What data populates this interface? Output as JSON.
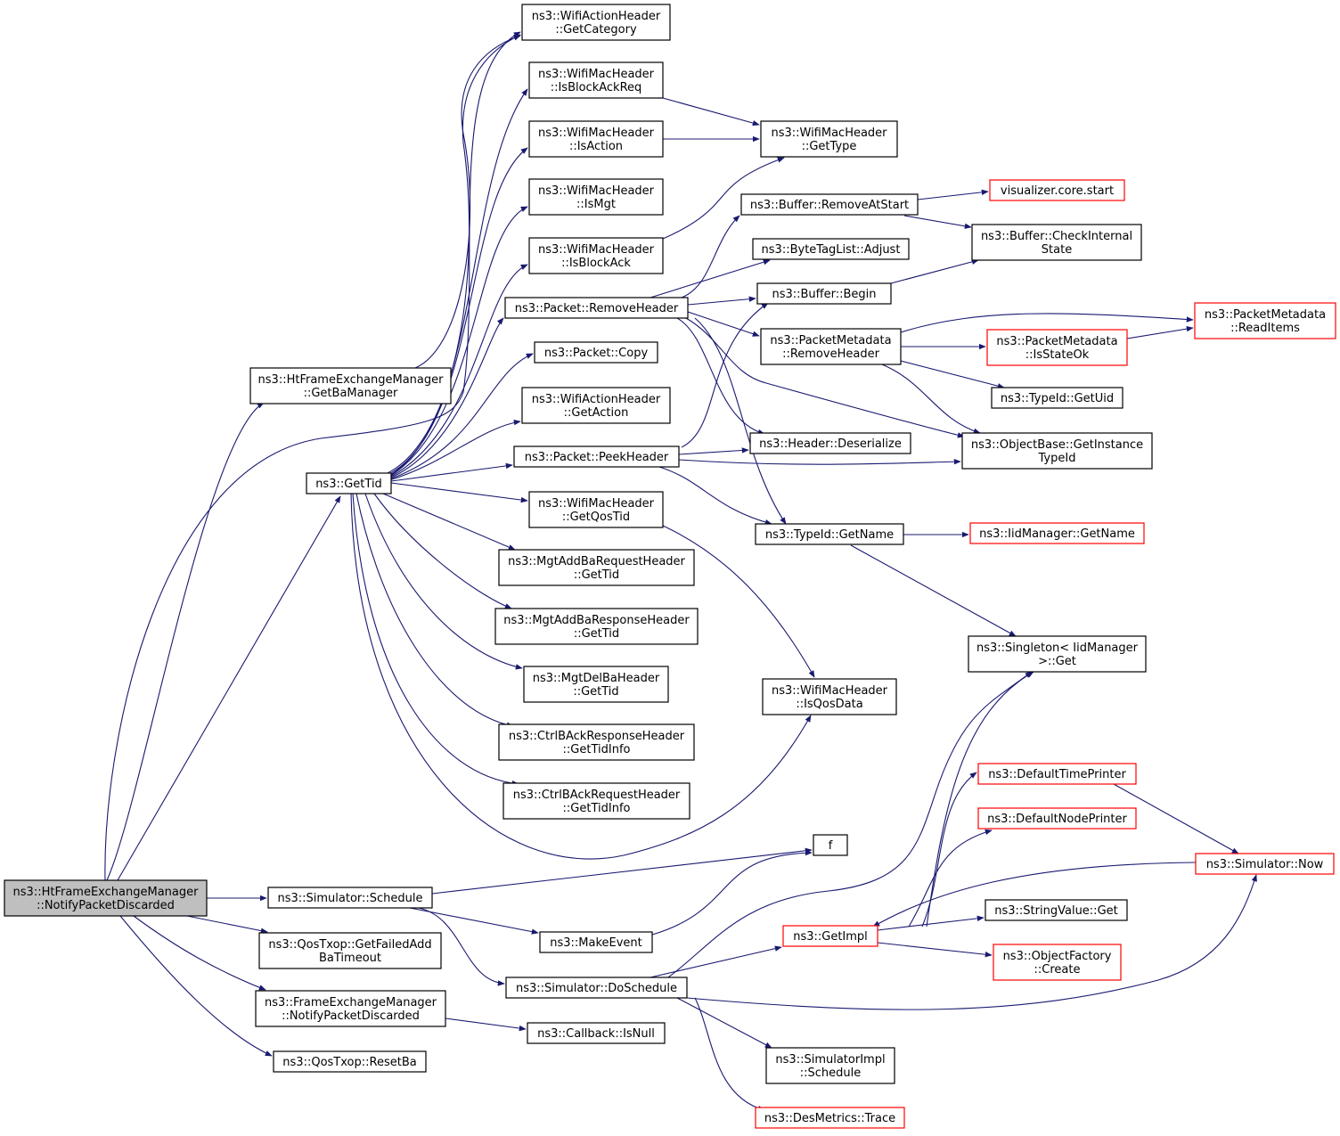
{
  "diagram": {
    "colors": {
      "edge": "#191970",
      "root_fill": "#bfbfbf",
      "truncated_border": "#ff0000",
      "border": "#000000"
    },
    "nodes": {
      "root": {
        "lines": [
          "ns3::HtFrameExchangeManager",
          "::NotifyPacketDiscarded"
        ]
      },
      "getBaManager": {
        "lines": [
          "ns3::HtFrameExchangeManager",
          "::GetBaManager"
        ]
      },
      "getTid": {
        "lines": [
          "ns3::GetTid"
        ]
      },
      "schedule": {
        "lines": [
          "ns3::Simulator::Schedule"
        ]
      },
      "getFailedAddBaTimeout": {
        "lines": [
          "ns3::QosTxop::GetFailedAdd",
          "BaTimeout"
        ]
      },
      "feNotifyPacketDiscarded": {
        "lines": [
          "ns3::FrameExchangeManager",
          "::NotifyPacketDiscarded"
        ]
      },
      "resetBa": {
        "lines": [
          "ns3::QosTxop::ResetBa"
        ]
      },
      "actionGetCategory": {
        "lines": [
          "ns3::WifiActionHeader",
          "::GetCategory"
        ]
      },
      "isBlockAckReq": {
        "lines": [
          "ns3::WifiMacHeader",
          "::IsBlockAckReq"
        ]
      },
      "isAction": {
        "lines": [
          "ns3::WifiMacHeader",
          "::IsAction"
        ]
      },
      "isMgt": {
        "lines": [
          "ns3::WifiMacHeader",
          "::IsMgt"
        ]
      },
      "isBlockAck": {
        "lines": [
          "ns3::WifiMacHeader",
          "::IsBlockAck"
        ]
      },
      "packetRemoveHeader": {
        "lines": [
          "ns3::Packet::RemoveHeader"
        ]
      },
      "packetCopy": {
        "lines": [
          "ns3::Packet::Copy"
        ]
      },
      "actionGetAction": {
        "lines": [
          "ns3::WifiActionHeader",
          "::GetAction"
        ]
      },
      "packetPeekHeader": {
        "lines": [
          "ns3::Packet::PeekHeader"
        ]
      },
      "getQosTid": {
        "lines": [
          "ns3::WifiMacHeader",
          "::GetQosTid"
        ]
      },
      "addBaReqGetTid": {
        "lines": [
          "ns3::MgtAddBaRequestHeader",
          "::GetTid"
        ]
      },
      "addBaRespGetTid": {
        "lines": [
          "ns3::MgtAddBaResponseHeader",
          "::GetTid"
        ]
      },
      "delBaGetTid": {
        "lines": [
          "ns3::MgtDelBaHeader",
          "::GetTid"
        ]
      },
      "ctrlRespGetTidInfo": {
        "lines": [
          "ns3::CtrlBAckResponseHeader",
          "::GetTidInfo"
        ]
      },
      "ctrlReqGetTidInfo": {
        "lines": [
          "ns3::CtrlBAckRequestHeader",
          "::GetTidInfo"
        ]
      },
      "makeEvent": {
        "lines": [
          "ns3::MakeEvent"
        ]
      },
      "doSchedule": {
        "lines": [
          "ns3::Simulator::DoSchedule"
        ]
      },
      "callbackIsNull": {
        "lines": [
          "ns3::Callback::IsNull"
        ]
      },
      "getType": {
        "lines": [
          "ns3::WifiMacHeader",
          "::GetType"
        ]
      },
      "bufferRemoveAtStart": {
        "lines": [
          "ns3::Buffer::RemoveAtStart"
        ]
      },
      "byteTagListAdjust": {
        "lines": [
          "ns3::ByteTagList::Adjust"
        ]
      },
      "bufferBegin": {
        "lines": [
          "ns3::Buffer::Begin"
        ]
      },
      "pmRemoveHeader": {
        "lines": [
          "ns3::PacketMetadata",
          "::RemoveHeader"
        ]
      },
      "headerDeserialize": {
        "lines": [
          "ns3::Header::Deserialize"
        ]
      },
      "typeIdGetName": {
        "lines": [
          "ns3::TypeId::GetName"
        ]
      },
      "isQosData": {
        "lines": [
          "ns3::WifiMacHeader",
          "::IsQosData"
        ]
      },
      "f": {
        "lines": [
          "f"
        ]
      },
      "getImpl": {
        "lines": [
          "ns3::GetImpl"
        ]
      },
      "simImplSchedule": {
        "lines": [
          "ns3::SimulatorImpl",
          "::Schedule"
        ]
      },
      "desMetricsTrace": {
        "lines": [
          "ns3::DesMetrics::Trace"
        ]
      },
      "visualizerStart": {
        "lines": [
          "visualizer.core.start"
        ]
      },
      "checkInternalState": {
        "lines": [
          "ns3::Buffer::CheckInternal",
          "State"
        ]
      },
      "pmReadItems": {
        "lines": [
          "ns3::PacketMetadata",
          "::ReadItems"
        ]
      },
      "pmIsStateOk": {
        "lines": [
          "ns3::PacketMetadata",
          "::IsStateOk"
        ]
      },
      "typeIdGetUid": {
        "lines": [
          "ns3::TypeId::GetUid"
        ]
      },
      "getInstanceTypeId": {
        "lines": [
          "ns3::ObjectBase::GetInstance",
          "TypeId"
        ]
      },
      "iidManagerGetName": {
        "lines": [
          "ns3::IidManager::GetName"
        ]
      },
      "singletonGet": {
        "lines": [
          "ns3::Singleton< IidManager",
          ">::Get"
        ]
      },
      "defaultTimePrinter": {
        "lines": [
          "ns3::DefaultTimePrinter"
        ]
      },
      "defaultNodePrinter": {
        "lines": [
          "ns3::DefaultNodePrinter"
        ]
      },
      "stringValueGet": {
        "lines": [
          "ns3::StringValue::Get"
        ]
      },
      "objectFactoryCreate": {
        "lines": [
          "ns3::ObjectFactory",
          "::Create"
        ]
      },
      "simulatorNow": {
        "lines": [
          "ns3::Simulator::Now"
        ]
      }
    }
  }
}
